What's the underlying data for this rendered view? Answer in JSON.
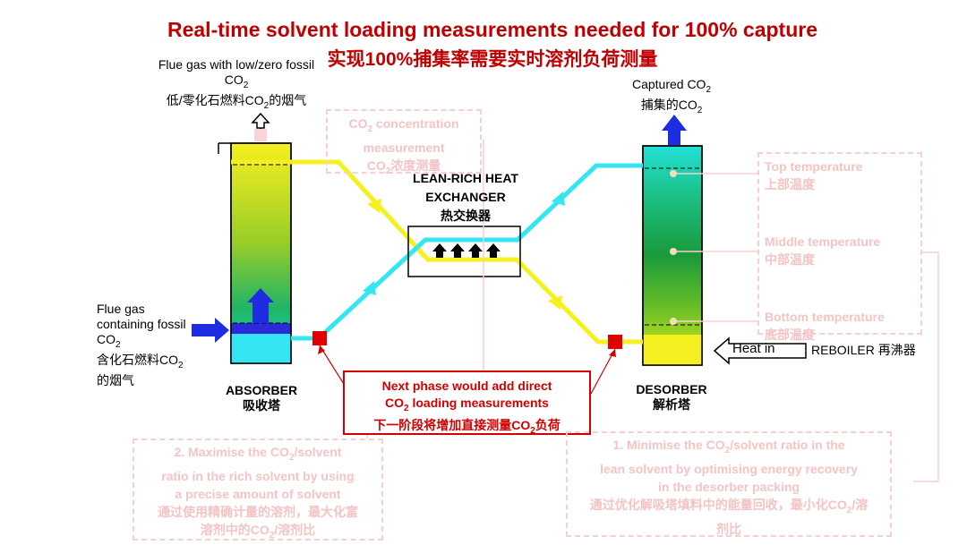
{
  "title": {
    "en": "Real-time solvent loading measurements needed for 100% capture",
    "zh": "实现100%捕集率需要实时溶剂负荷测量"
  },
  "absorber": {
    "name_en": "ABSORBER",
    "name_zh": "吸收塔",
    "fluegas_out_en": "Flue gas with low/zero fossil CO",
    "fluegas_out_zh": "低/零化石燃料CO",
    "fluegas_out_zh_tail": "的烟气",
    "fluegas_in_en": "Flue gas containing fossil CO",
    "fluegas_in_zh": "含化石燃料CO",
    "fluegas_in_zh_tail": "的烟气"
  },
  "desorber": {
    "name_en": "DESORBER",
    "name_zh": "解析塔",
    "captured_en": "Captured CO",
    "captured_zh": "捕集的CO",
    "heat_in": "Heat in",
    "reboiler": "REBOILER 再沸器"
  },
  "exchanger": {
    "line1": "LEAN-RICH HEAT",
    "line2": "EXCHANGER",
    "zh": "热交换器"
  },
  "co2_measure": {
    "line1": "CO",
    "line1_tail": " concentration",
    "line2": "measurement",
    "line3": "CO",
    "line3_tail": "浓度测量"
  },
  "temps": {
    "top_en": "Top temperature",
    "top_zh": "上部温度",
    "mid_en": "Middle temperature",
    "mid_zh": "中部温度",
    "bot_en": "Bottom temperature",
    "bot_zh": "底部温度"
  },
  "next_phase": {
    "line1": "Next phase would add direct",
    "line2": "CO",
    "line2_tail": " loading measurements",
    "line3": "下一阶段将增加直接测量CO",
    "line3_tail": "负荷"
  },
  "note_left": {
    "line1": "2. Maximise the CO",
    "line1_tail": "/solvent",
    "line2": "ratio in the rich solvent by using",
    "line3": "a precise amount of solvent",
    "line4": "通过使用精确计量的溶剂，最大化富",
    "line5": "溶剂中的CO",
    "line5_tail": "/溶剂比"
  },
  "note_right": {
    "line1": "1. Minimise the CO",
    "line1_tail": "/solvent ratio in the",
    "line2": "lean solvent by optimising energy recovery",
    "line3": "in the desorber packing",
    "line4": "通过优化解吸塔填料中的能量回收，最小化CO",
    "line4_tail": "/溶",
    "line5": "剂比"
  },
  "sub2": "2",
  "colors": {
    "title": "#c00000",
    "lean": "#33e6f2",
    "rich": "#f5f01f",
    "flow_blue": "#1f2de0",
    "marker_red": "#e00000"
  }
}
